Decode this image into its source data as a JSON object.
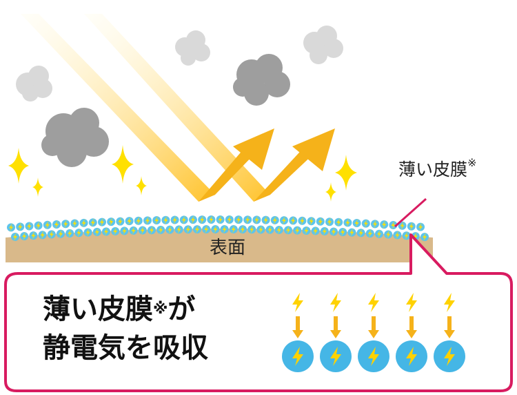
{
  "surface_label": "表面",
  "film_label": {
    "text": "薄い皮膜",
    "mark": "※"
  },
  "callout": {
    "line1_text": "薄い皮膜",
    "line1_mark": "※",
    "line1_tail": "が",
    "line2": "静電気を吸収"
  },
  "colors": {
    "surface": "#d9b98a",
    "film_dot": "#5fc4ea",
    "bolt": "#ffd200",
    "arrow": "#f5b21a",
    "sparkle": "#ffe000",
    "cloud_light": "#d9d9d9",
    "cloud_dark": "#9e9e9e",
    "callout_border": "#d81b60"
  },
  "icons": [
    "sun-ray-icon",
    "reflect-arrow-icon",
    "dust-cloud-icon",
    "sparkle-icon",
    "lightning-bolt-icon",
    "ion-ball-icon",
    "down-arrow-icon"
  ]
}
